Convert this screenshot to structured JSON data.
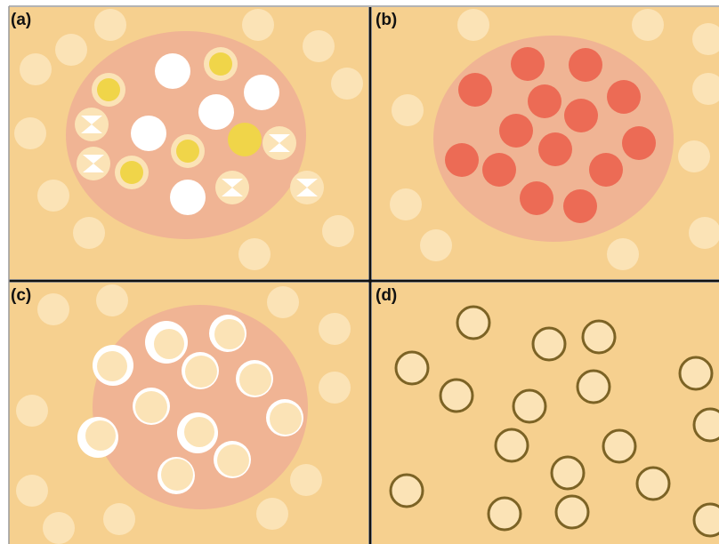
{
  "figure": {
    "panels": [
      {
        "id": "a",
        "label": "(a)"
      },
      {
        "id": "b",
        "label": "(b)"
      },
      {
        "id": "c",
        "label": "(c)"
      },
      {
        "id": "d",
        "label": "(d)"
      }
    ]
  },
  "colors": {
    "background": "#f6d08f",
    "ellipse": "#f0b494",
    "pale_circle": "#fbe3b6",
    "white_particle": "#ffffff",
    "yellow_particle": "#f0d549",
    "red_particle": "#ec6b55",
    "ring_outline": "#7c6325",
    "divider": "#111111"
  }
}
